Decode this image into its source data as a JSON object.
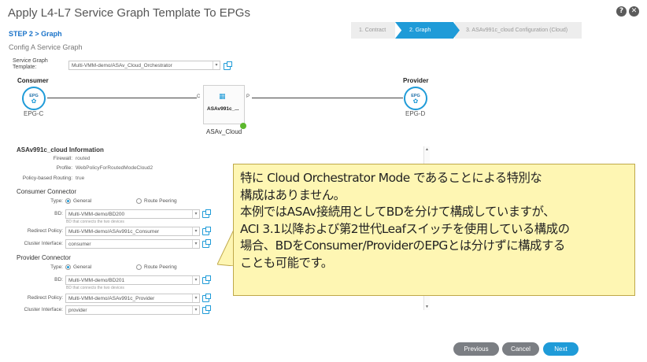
{
  "header": {
    "title": "Apply L4-L7 Service Graph Template To EPGs",
    "help_icon_glyph": "?",
    "close_icon_glyph": "✕"
  },
  "step": {
    "label": "STEP 2 > Graph",
    "subtitle": "Config A Service Graph"
  },
  "wizard": {
    "steps": [
      "1. Contract",
      "2. Graph",
      "3. ASAv991c_cloud Configuration (Cloud)"
    ],
    "active_index": 1
  },
  "service_graph_template": {
    "label_line1": "Service Graph",
    "label_line2": "Template:",
    "value": "Multi-VMM-demo/ASAv_Cloud_Orchestrator"
  },
  "graph": {
    "consumer_label": "Consumer",
    "provider_label": "Provider",
    "epg_badge": "EPG",
    "consumer_epg": "EPG-C",
    "provider_epg": "EPG-D",
    "connector_c": "C",
    "connector_p": "P",
    "device_name": "ASAv991c_...",
    "device_caption": "ASAv_Cloud",
    "status_color": "#5cb82e"
  },
  "info": {
    "title": "ASAv991c_cloud Information",
    "firewall_label": "Firewall:",
    "firewall_value": "routed",
    "profile_label": "Profile:",
    "profile_value": "WebPolicyForRoutedModeCloud2",
    "pbr_label": "Policy-based Routing:",
    "pbr_value": "true"
  },
  "consumer_connector": {
    "title": "Consumer Connector",
    "type_label": "Type:",
    "type_general": "General",
    "type_route_peering": "Route Peering",
    "bd_label": "BD:",
    "bd_value": "Multi-VMM-demo/BD200",
    "bd_hint": "BD that connects the two devices",
    "redirect_label": "Redirect Policy:",
    "redirect_value": "Multi-VMM-demo/ASAv991c_Consumer",
    "cluster_label": "Cluster Interface:",
    "cluster_value": "consumer"
  },
  "provider_connector": {
    "title": "Provider Connector",
    "type_label": "Type:",
    "type_general": "General",
    "type_route_peering": "Route Peering",
    "bd_label": "BD:",
    "bd_value": "Multi-VMM-demo/BD201",
    "bd_hint": "BD that connects the two devices",
    "redirect_label": "Redirect Policy:",
    "redirect_value": "Multi-VMM-demo/ASAv991c_Provider",
    "cluster_label": "Cluster Interface:",
    "cluster_value": "provider"
  },
  "callout": {
    "line1": "特に Cloud Orchestrator Mode であることによる特別な",
    "line2": "構成はありません。",
    "line3": "本例ではASAv接続用としてBDを分けて構成していますが、",
    "line4": "ACI 3.1以降および第2世代Leafスイッチを使用している構成の",
    "line5": "場合、BDをConsumer/ProviderのEPGとは分けずに構成する",
    "line6": "ことも可能です。"
  },
  "footer": {
    "previous": "Previous",
    "cancel": "Cancel",
    "next": "Next"
  },
  "colors": {
    "accent": "#1f9bd8",
    "callout_bg": "#fef6b3",
    "button_gray": "#7b7e83"
  }
}
